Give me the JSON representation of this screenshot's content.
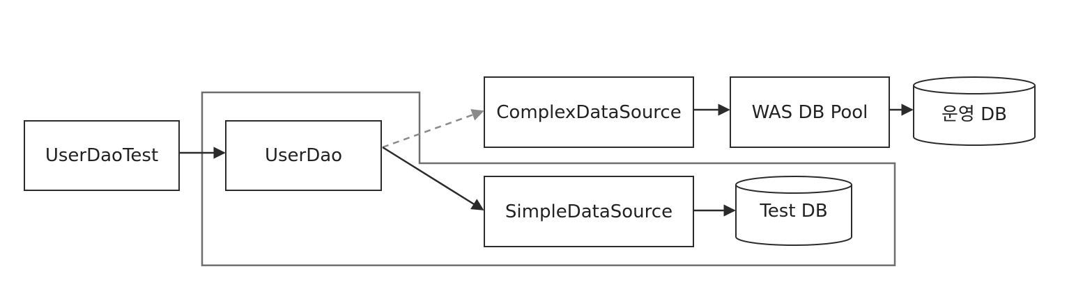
{
  "colors": {
    "stroke": "#2b2b2b",
    "group_stroke": "#6e6e6e",
    "dashed_arrow": "#8a8a8a",
    "text": "#222222",
    "background": "#ffffff"
  },
  "nodes": {
    "user_dao_test": "UserDaoTest",
    "user_dao": "UserDao",
    "complex_data_source": "ComplexDataSource",
    "was_db_pool": "WAS DB Pool",
    "prod_db": "운영 DB",
    "simple_data_source": "SimpleDataSource",
    "test_db": "Test DB"
  },
  "edges": [
    {
      "from": "UserDaoTest",
      "to": "UserDao",
      "style": "solid"
    },
    {
      "from": "UserDao",
      "to": "ComplexDataSource",
      "style": "dashed"
    },
    {
      "from": "UserDao",
      "to": "SimpleDataSource",
      "style": "solid"
    },
    {
      "from": "ComplexDataSource",
      "to": "WAS DB Pool",
      "style": "solid"
    },
    {
      "from": "WAS DB Pool",
      "to": "운영 DB",
      "style": "solid"
    },
    {
      "from": "SimpleDataSource",
      "to": "Test DB",
      "style": "solid"
    }
  ]
}
